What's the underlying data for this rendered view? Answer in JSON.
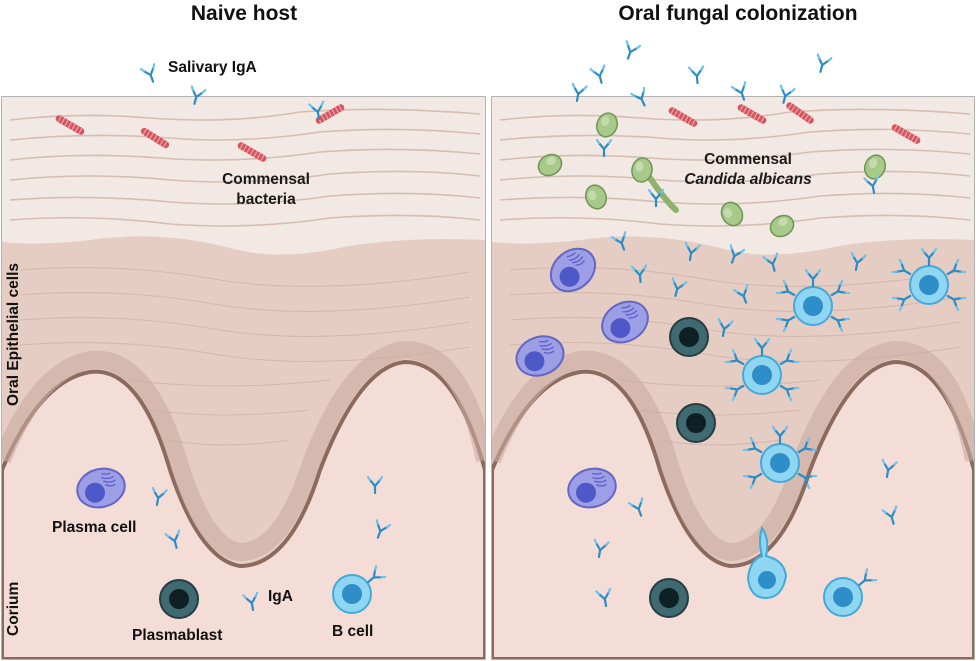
{
  "panels": {
    "left": {
      "title": "Naive host"
    },
    "right": {
      "title": "Oral fungal colonization"
    }
  },
  "labels": {
    "salivary_iga": "Salivary IgA",
    "commensal_bacteria_line1": "Commensal",
    "commensal_bacteria_line2": "bacteria",
    "commensal_candida_line1": "Commensal",
    "commensal_candida_line2": "Candida albicans",
    "oral_epithelial_cells": "Oral Epithelial cells",
    "corium": "Corium",
    "plasma_cell": "Plasma cell",
    "plasmablast": "Plasmablast",
    "iga": "IgA",
    "b_cell": "B cell"
  },
  "colors": {
    "corium": "#f3dcd6",
    "epithelium": "#e3c9bf",
    "mucosa_surface": "#f1e6e1",
    "basal_border": "#9b7466",
    "plasma_cell": "#8d8fe0",
    "plasmablast": "#2f5157",
    "b_cell": "#7fd0ef",
    "antibody": "#2a8dc4",
    "bacteria": "#d2565f",
    "candida": "#9fc27f"
  },
  "icons": [
    "y-antibody-icon",
    "bacteria-chain-icon",
    "yeast-icon",
    "plasma-cell-icon",
    "plasmablast-icon",
    "b-cell-icon"
  ]
}
